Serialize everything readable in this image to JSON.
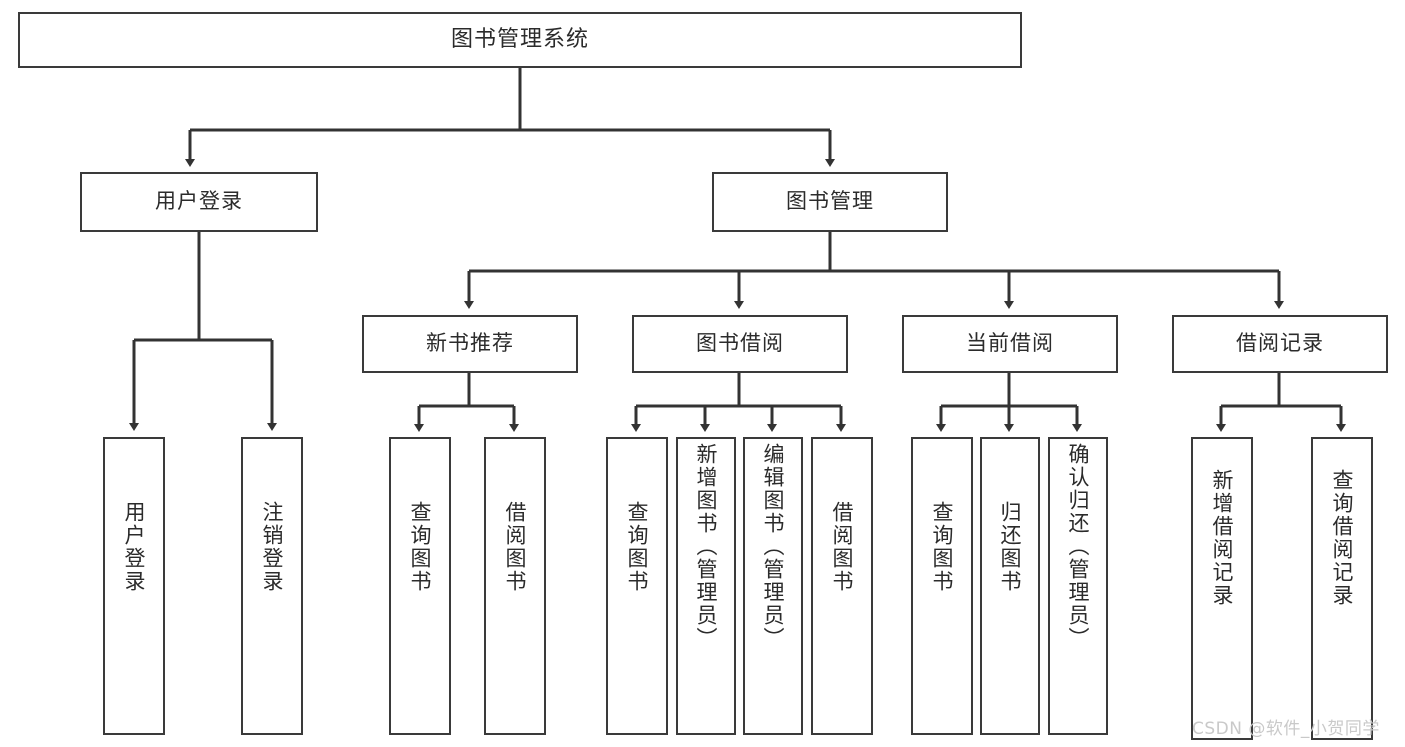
{
  "diagram": {
    "title": "图书管理系统",
    "watermark": "CSDN @软件_小贺同学",
    "colors": {
      "box_border": "#3a3a3a",
      "box_fill": "#ffffff",
      "connector": "#333333",
      "text": "#2b2b2b",
      "watermark": "#c9c9c9"
    },
    "root": {
      "label": "图书管理系统"
    },
    "level2": [
      {
        "label": "用户登录"
      },
      {
        "label": "图书管理"
      }
    ],
    "level3": [
      {
        "label": "新书推荐"
      },
      {
        "label": "图书借阅"
      },
      {
        "label": "当前借阅"
      },
      {
        "label": "借阅记录"
      }
    ],
    "leaves": {
      "user_login": [
        {
          "label": "用户登录"
        },
        {
          "label": "注销登录"
        }
      ],
      "new_book": [
        {
          "label": "查询图书"
        },
        {
          "label": "借阅图书"
        }
      ],
      "book_borrow": [
        {
          "label": "查询图书"
        },
        {
          "label": "新增图书（管理员）"
        },
        {
          "label": "编辑图书（管理员）"
        },
        {
          "label": "借阅图书"
        }
      ],
      "current_borrow": [
        {
          "label": "查询图书"
        },
        {
          "label": "归还图书"
        },
        {
          "label": "确认归还（管理员）"
        }
      ],
      "borrow_record": [
        {
          "label": "新增借阅记录"
        },
        {
          "label": "查询借阅记录"
        }
      ]
    }
  }
}
